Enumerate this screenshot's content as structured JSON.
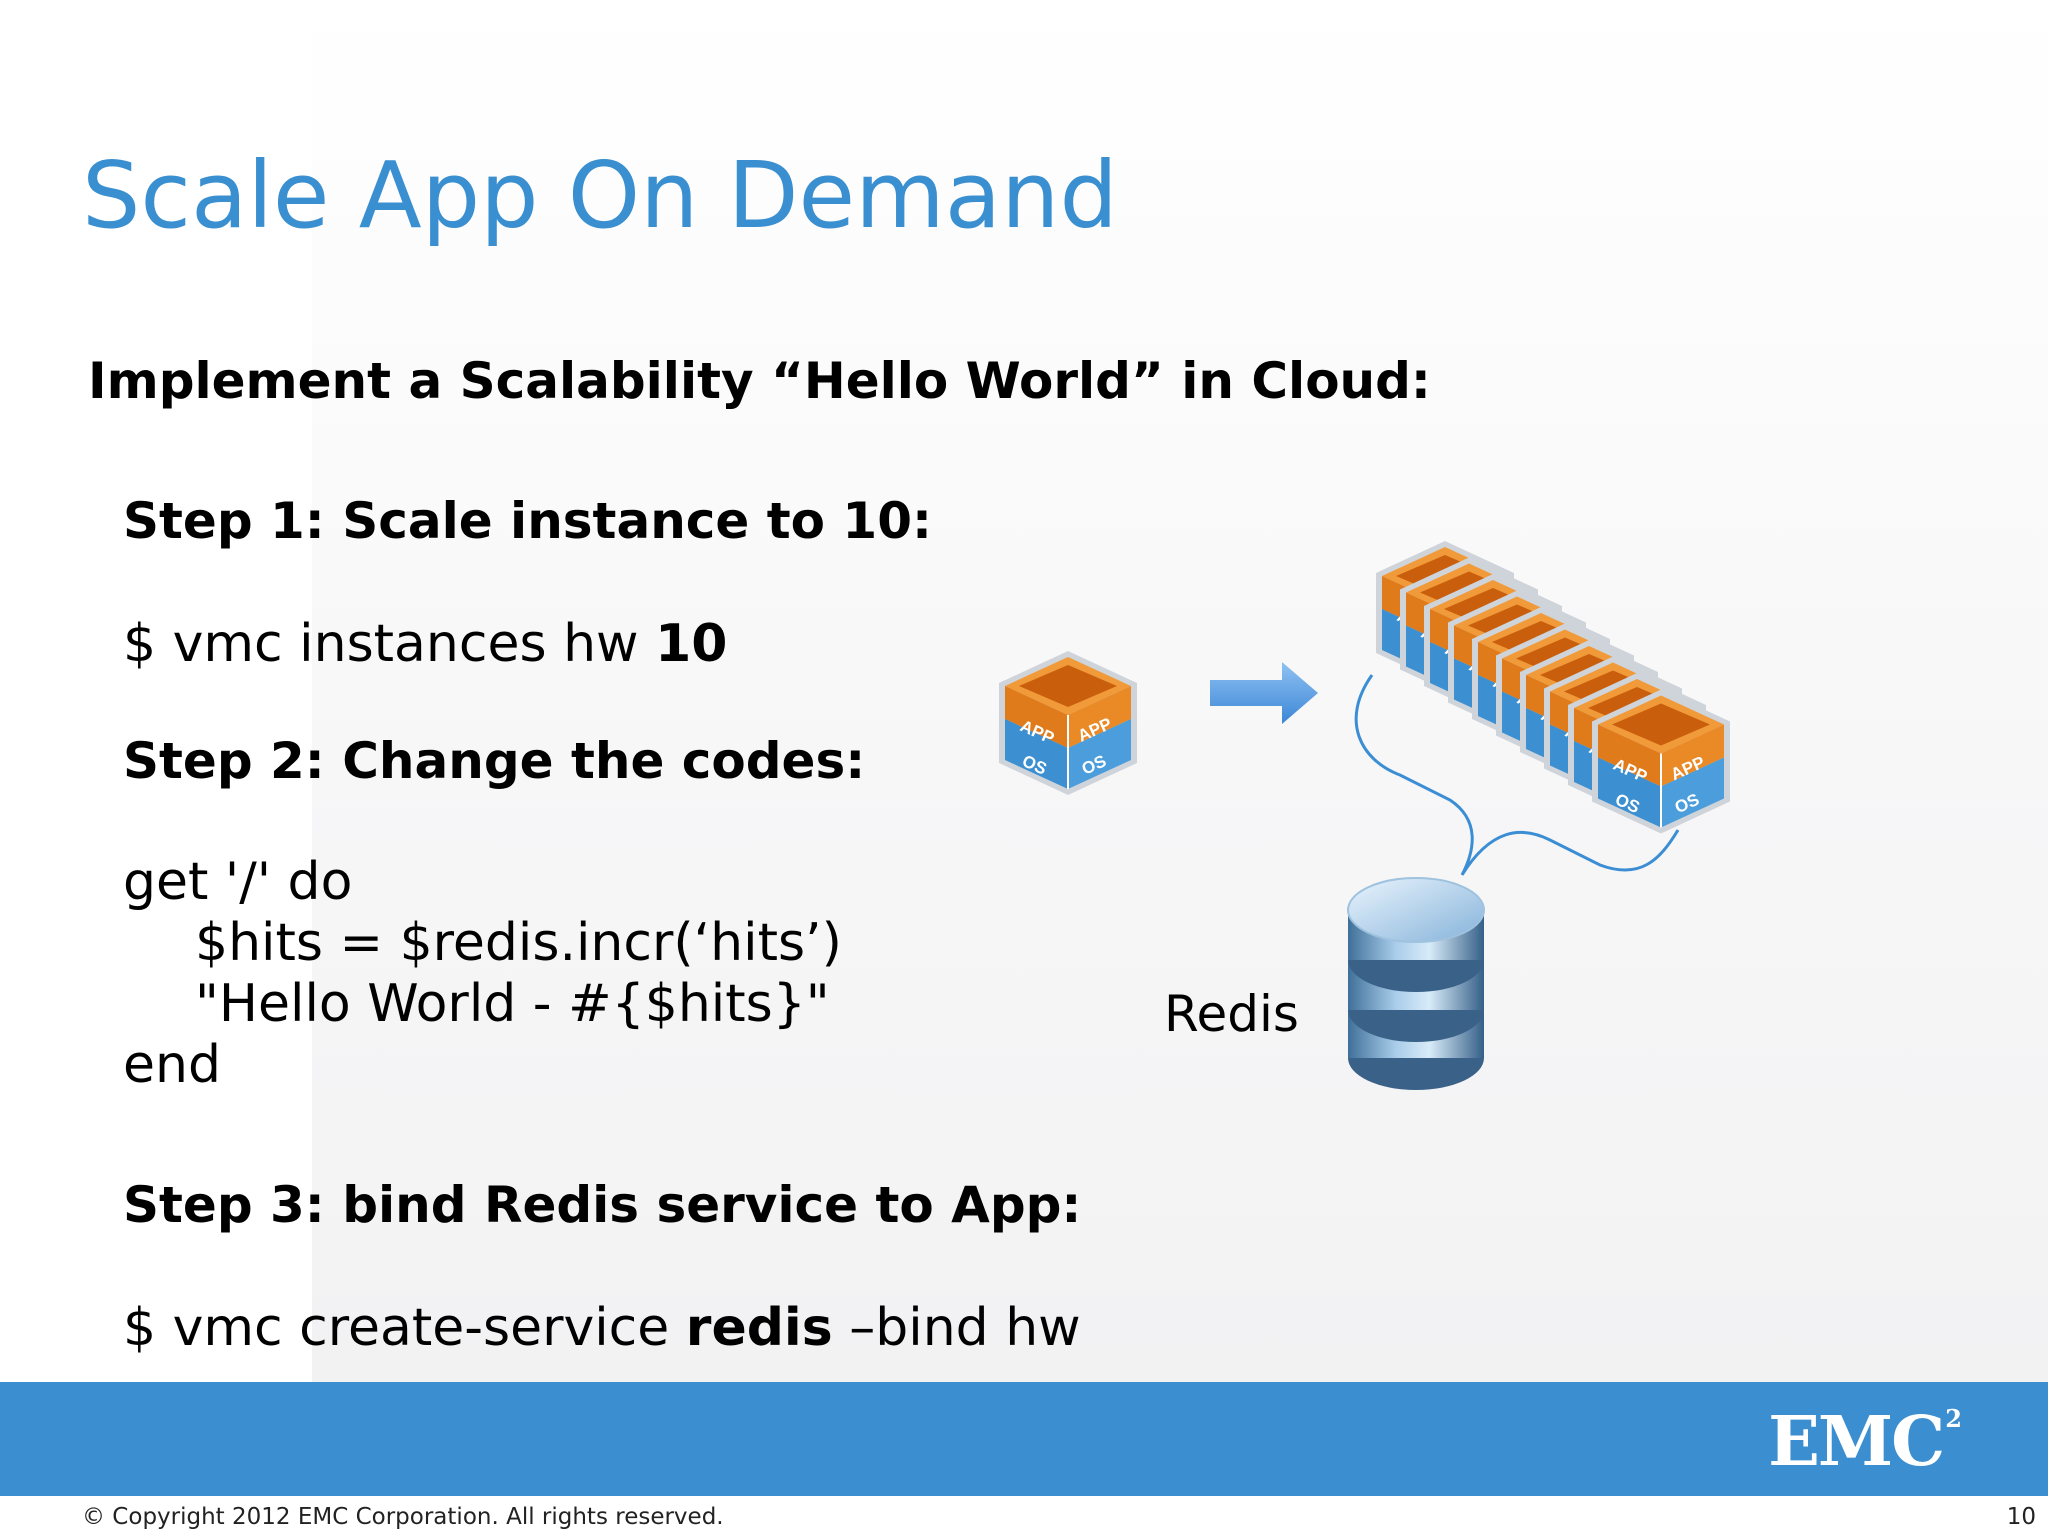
{
  "slide": {
    "title": "Scale App On Demand",
    "subtitle": "Implement a Scalability “Hello World” in Cloud:"
  },
  "steps": [
    {
      "heading": "Step 1: Scale instance to 10:"
    },
    {
      "heading": "Step 2: Change the codes:"
    },
    {
      "heading": "Step 3: bind Redis service to App:"
    }
  ],
  "commands": {
    "scale_prefix": "$ vmc instances hw ",
    "scale_count": "10",
    "bind_prefix": "$ vmc create-service ",
    "bind_service": "redis",
    "bind_suffix": " –bind hw"
  },
  "code_lines": [
    "get '/' do",
    "$hits = $redis.incr(‘hits’)",
    "\"Hello World - #{$hits}\"",
    "end"
  ],
  "diagram": {
    "app_label": "APP",
    "os_label": "OS",
    "instance_count": 10,
    "redis_label": "Redis"
  },
  "footer": {
    "logo_text": "EMC",
    "logo_superscript": "2",
    "copyright": "© Copyright 2012 EMC Corporation. All rights reserved.",
    "page_number": "10"
  },
  "colors": {
    "title": "#3a8fd0",
    "footer_bar": "#3b8fd1",
    "cube_orange": "#e07b1c",
    "cube_blue": "#3c8fd0",
    "arrow": "#5aa0e6"
  }
}
